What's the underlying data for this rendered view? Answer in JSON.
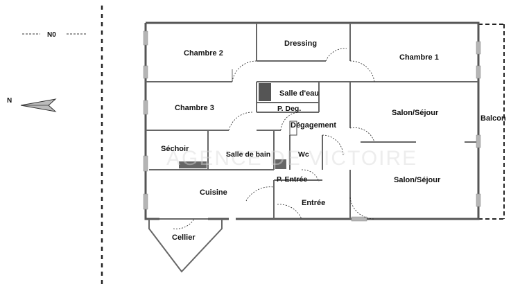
{
  "orientation": {
    "north_label": "N0",
    "compass_letter": "N"
  },
  "rooms": {
    "chambre2": "Chambre 2",
    "dressing": "Dressing",
    "chambre1": "Chambre 1",
    "salle_deau": "Salle d'eau",
    "p_deg": "P. Deg.",
    "chambre3": "Chambre 3",
    "degagement": "Dégagement",
    "salon_sejour_top": "Salon/Séjour",
    "salon_sejour_bottom": "Salon/Séjour",
    "sechoir": "Séchoir",
    "salle_de_bain": "Salle de bain",
    "wc": "Wc",
    "p_entree": "P. Entrée",
    "cuisine": "Cuisine",
    "entree": "Entrée",
    "cellier": "Cellier",
    "balcon": "Balcon"
  },
  "watermark": "AGENCE DE VICTOIRE"
}
